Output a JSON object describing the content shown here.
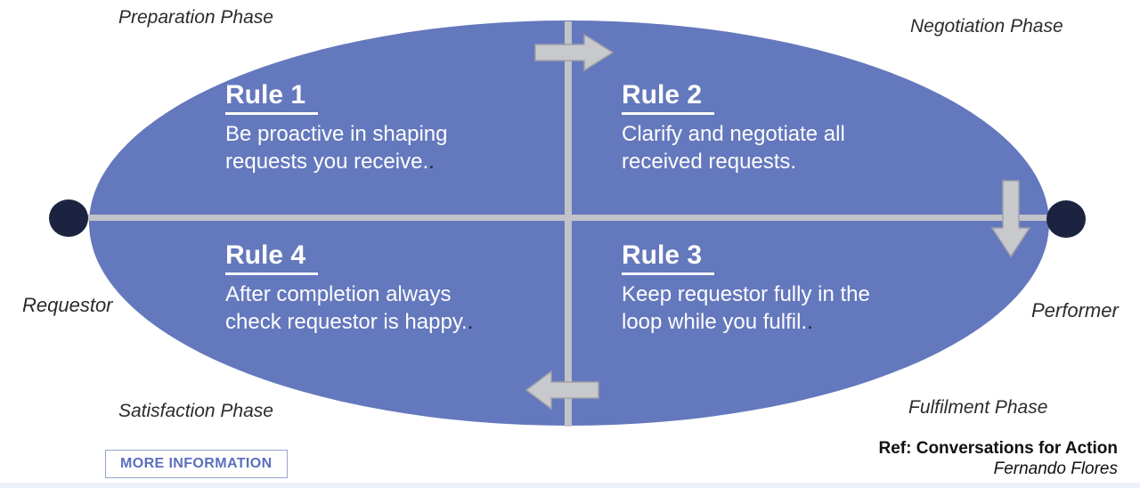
{
  "phases": {
    "top_left": "Preparation Phase",
    "top_right": "Negotiation Phase",
    "bottom_left": "Satisfaction Phase",
    "bottom_right": "Fulfilment Phase"
  },
  "roles": {
    "left": "Requestor",
    "right": "Performer"
  },
  "rules": [
    {
      "title": "Rule 1",
      "line1": "Be proactive in shaping",
      "line2": "requests you receive.",
      "trailing_dot": "."
    },
    {
      "title": "Rule 2",
      "line1": "Clarify and negotiate all",
      "line2": "received requests.",
      "trailing_dot": ""
    },
    {
      "title": "Rule 3",
      "line1": "Keep requestor fully in the",
      "line2": "loop while you fulfil.",
      "trailing_dot": "."
    },
    {
      "title": "Rule 4",
      "line1": "After completion always",
      "line2": "check requestor is happy.",
      "trailing_dot": "."
    }
  ],
  "button": {
    "label": "MORE INFORMATION"
  },
  "reference": {
    "title": "Ref: Conversations for Action",
    "author": "Fernando Flores"
  },
  "icons": {
    "top_arrow": "arrow-right-icon",
    "right_arrow": "arrow-down-icon",
    "bottom_arrow": "arrow-left-icon"
  },
  "colors": {
    "ellipse": "#6478bd",
    "line": "#c2c3c8",
    "arrow_fill": "#c8c9cd",
    "arrow_stroke": "#9fa1a8",
    "dot": "#1b2340",
    "button_text": "#5b6fbe",
    "button_border": "#95a5cc",
    "bottom_strip": "#ecf2fb"
  }
}
